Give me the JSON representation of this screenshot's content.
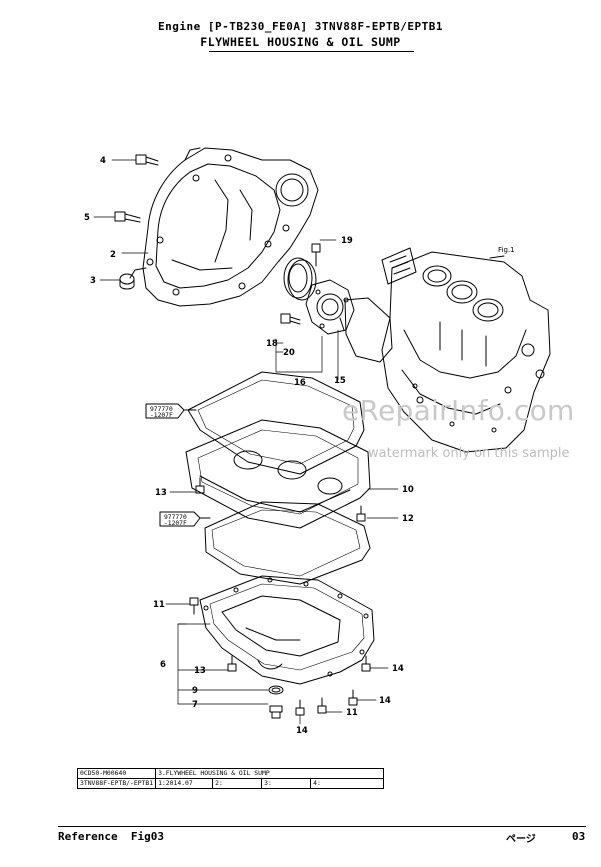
{
  "header": {
    "line1": "Engine [P-TB230_FE0A]  3TNV88F-EPTB/EPTB1",
    "line2": "FLYWHEEL HOUSING & OIL SUMP"
  },
  "callouts": [
    "4",
    "5",
    "2",
    "3",
    "19",
    "18",
    "20",
    "16",
    "15",
    "10",
    "13",
    "12",
    "11",
    "6",
    "13",
    "9",
    "7",
    "14",
    "14",
    "11",
    "14"
  ],
  "figure_label": "Fig.1",
  "sealant_tubes": [
    {
      "line1": "977770",
      "line2": "-1207F"
    },
    {
      "line1": "977770",
      "line2": "-1207F"
    }
  ],
  "watermark": {
    "main": "eRepairInfo.com",
    "sub": "watermark only on this sample"
  },
  "reference_table": {
    "row1": [
      "0CD50-M00640",
      "3.FLYWHEEL HOUSING & OIL SUMP"
    ],
    "row2": [
      "3TNV88F-EPTB/-EPTB1",
      "1:2014.07",
      "2:",
      "3:",
      "4:"
    ]
  },
  "footer": {
    "left": "Reference  Fig03",
    "page_label": "ページ",
    "page_number": "03"
  },
  "colors": {
    "ink": "#000000",
    "watermark": "#c9c9c9"
  }
}
